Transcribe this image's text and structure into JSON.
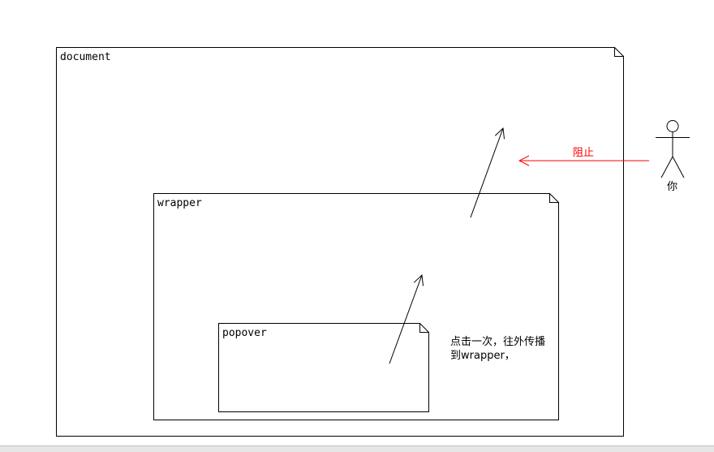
{
  "boxes": {
    "document": "document",
    "wrapper": "wrapper",
    "popover": "popover"
  },
  "note": {
    "line1": "点击一次，往外传播",
    "line2": "到wrapper，"
  },
  "block_label": "阻止",
  "actor": "你",
  "colors": {
    "stroke": "#000000",
    "block_arrow": "#ff0000"
  }
}
